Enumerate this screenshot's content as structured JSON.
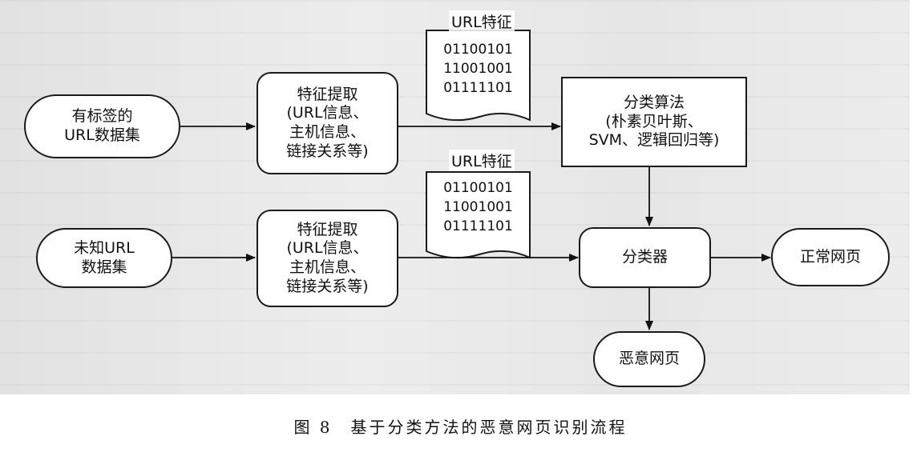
{
  "nodes": {
    "labeled_dataset": "有标签的\nURL数据集",
    "unknown_dataset": "未知URL\n数据集",
    "feature_extract_top": "特征提取\n(URL信息、\n主机信息、\n链接关系等)",
    "feature_extract_bottom": "特征提取\n(URL信息、\n主机信息、\n链接关系等)",
    "algorithm": "分类算法\n(朴素贝叶斯、\nSVM、逻辑回归等)",
    "classifier": "分类器",
    "normal_page": "正常网页",
    "malicious_page": "恶意网页"
  },
  "features_top": {
    "label": "URL特征",
    "bits": "01100101\n11001001\n01111101"
  },
  "features_bottom": {
    "label": "URL特征",
    "bits": "01100101\n11001001\n01111101"
  },
  "caption": "图 8　基于分类方法的恶意网页识别流程"
}
